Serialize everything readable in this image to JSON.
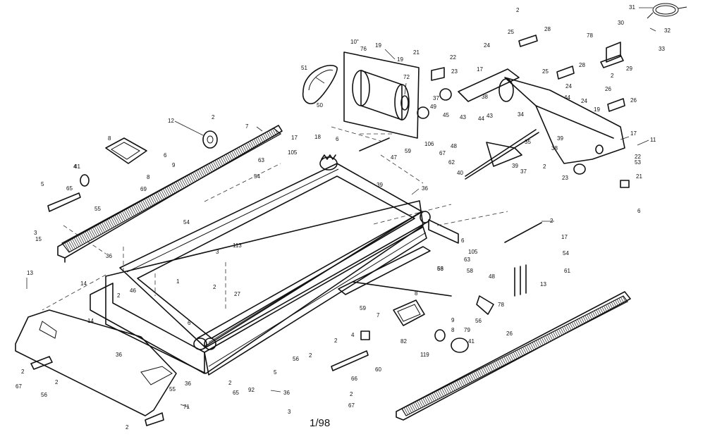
{
  "footer": {
    "page": "1/98"
  },
  "callouts": [
    {
      "id": "c-31",
      "text": "31"
    },
    {
      "id": "c-32",
      "text": "32"
    },
    {
      "id": "c-33",
      "text": "33"
    },
    {
      "id": "c-30",
      "text": "30"
    },
    {
      "id": "c-78a",
      "text": "78"
    },
    {
      "id": "c-29",
      "text": "29"
    },
    {
      "id": "c-2a",
      "text": "2"
    },
    {
      "id": "c-25a",
      "text": "25"
    },
    {
      "id": "c-28a",
      "text": "28"
    },
    {
      "id": "c-24a",
      "text": "24"
    },
    {
      "id": "c-10p",
      "text": "10\""
    },
    {
      "id": "c-76",
      "text": "76"
    },
    {
      "id": "c-19a",
      "text": "19"
    },
    {
      "id": "c-19b",
      "text": "19"
    },
    {
      "id": "c-21a",
      "text": "21"
    },
    {
      "id": "c-22a",
      "text": "22"
    },
    {
      "id": "c-23a",
      "text": "23"
    },
    {
      "id": "c-17a",
      "text": "17"
    },
    {
      "id": "c-51",
      "text": "51"
    },
    {
      "id": "c-72",
      "text": "72"
    },
    {
      "id": "c-37a",
      "text": "37"
    },
    {
      "id": "c-38a",
      "text": "38"
    },
    {
      "id": "c-25b",
      "text": "25"
    },
    {
      "id": "c-28b",
      "text": "28"
    },
    {
      "id": "c-24b",
      "text": "24"
    },
    {
      "id": "c-2b",
      "text": "2"
    },
    {
      "id": "c-26a",
      "text": "26"
    },
    {
      "id": "c-44a",
      "text": "44"
    },
    {
      "id": "c-26b",
      "text": "26"
    },
    {
      "id": "c-24c",
      "text": "24"
    },
    {
      "id": "c-19c",
      "text": "19"
    },
    {
      "id": "c-50",
      "text": "50"
    },
    {
      "id": "c-49",
      "text": "49"
    },
    {
      "id": "c-45",
      "text": "45"
    },
    {
      "id": "c-43a",
      "text": "43"
    },
    {
      "id": "c-44b",
      "text": "44"
    },
    {
      "id": "c-43b",
      "text": "43"
    },
    {
      "id": "c-34",
      "text": "34"
    },
    {
      "id": "c-17b",
      "text": "17"
    },
    {
      "id": "c-11",
      "text": "11"
    },
    {
      "id": "c-2c",
      "text": "2"
    },
    {
      "id": "c-12",
      "text": "12"
    },
    {
      "id": "c-7a",
      "text": "7"
    },
    {
      "id": "c-8a",
      "text": "8"
    },
    {
      "id": "c-6a",
      "text": "6"
    },
    {
      "id": "c-41a",
      "text": "41"
    },
    {
      "id": "c-9a",
      "text": "9"
    },
    {
      "id": "c-8b",
      "text": "8"
    },
    {
      "id": "c-69",
      "text": "69"
    },
    {
      "id": "c-17c",
      "text": "17"
    },
    {
      "id": "c-18",
      "text": "18"
    },
    {
      "id": "c-6b",
      "text": "6"
    },
    {
      "id": "c-105a",
      "text": "105"
    },
    {
      "id": "c-63a",
      "text": "63"
    },
    {
      "id": "c-54a",
      "text": "54"
    },
    {
      "id": "c-47",
      "text": "47"
    },
    {
      "id": "c-48a",
      "text": "48"
    },
    {
      "id": "c-106",
      "text": "106"
    },
    {
      "id": "c-67a",
      "text": "67"
    },
    {
      "id": "c-62",
      "text": "62"
    },
    {
      "id": "c-39a",
      "text": "39"
    },
    {
      "id": "c-35",
      "text": "35"
    },
    {
      "id": "c-39b",
      "text": "39"
    },
    {
      "id": "c-38b",
      "text": "38"
    },
    {
      "id": "c-2d",
      "text": "2"
    },
    {
      "id": "c-22b",
      "text": "22"
    },
    {
      "id": "c-53",
      "text": "53"
    },
    {
      "id": "c-59a",
      "text": "59"
    },
    {
      "id": "c-40",
      "text": "40"
    },
    {
      "id": "c-37b",
      "text": "37"
    },
    {
      "id": "c-23b",
      "text": "23"
    },
    {
      "id": "c-21b",
      "text": "21"
    },
    {
      "id": "c-6c",
      "text": "6"
    },
    {
      "id": "c-4a",
      "text": "4"
    },
    {
      "id": "c-5a",
      "text": "5"
    },
    {
      "id": "c-65a",
      "text": "65"
    },
    {
      "id": "c-55",
      "text": "55"
    },
    {
      "id": "c-39c",
      "text": "39"
    },
    {
      "id": "c-36a",
      "text": "36"
    },
    {
      "id": "c-3a",
      "text": "3"
    },
    {
      "id": "c-15",
      "text": "15"
    },
    {
      "id": "c-54b",
      "text": "54"
    },
    {
      "id": "c-2e",
      "text": "2"
    },
    {
      "id": "c-17d",
      "text": "17"
    },
    {
      "id": "c-6d",
      "text": "6"
    },
    {
      "id": "c-105b",
      "text": "105"
    },
    {
      "id": "c-63b",
      "text": "63"
    },
    {
      "id": "c-58",
      "text": "58"
    },
    {
      "id": "c-63c",
      "text": "63"
    },
    {
      "id": "c-54c",
      "text": "54"
    },
    {
      "id": "c-61",
      "text": "61"
    },
    {
      "id": "c-48b",
      "text": "48"
    },
    {
      "id": "c-13a",
      "text": "13"
    },
    {
      "id": "c-36b",
      "text": "36"
    },
    {
      "id": "c-3b",
      "text": "3"
    },
    {
      "id": "c-113",
      "text": "113"
    },
    {
      "id": "c-2f",
      "text": "2"
    },
    {
      "id": "c-1",
      "text": "1"
    },
    {
      "id": "c-14a",
      "text": "14"
    },
    {
      "id": "c-46",
      "text": "46"
    },
    {
      "id": "c-2g",
      "text": "2"
    },
    {
      "id": "c-13b",
      "text": "13"
    },
    {
      "id": "c-27",
      "text": "27"
    },
    {
      "id": "c-78b",
      "text": "78"
    },
    {
      "id": "c-56a",
      "text": "56"
    },
    {
      "id": "c-56b",
      "text": "56"
    },
    {
      "id": "c-7b",
      "text": "7"
    },
    {
      "id": "c-8c",
      "text": "8"
    },
    {
      "id": "c-9b",
      "text": "9"
    },
    {
      "id": "c-8d",
      "text": "8"
    },
    {
      "id": "c-82",
      "text": "82"
    },
    {
      "id": "c-79",
      "text": "79"
    },
    {
      "id": "c-41b",
      "text": "41"
    },
    {
      "id": "c-119",
      "text": "119"
    },
    {
      "id": "c-14b",
      "text": "14"
    },
    {
      "id": "c-6e",
      "text": "6"
    },
    {
      "id": "c-4b",
      "text": "4"
    },
    {
      "id": "c-2h",
      "text": "2"
    },
    {
      "id": "c-56c",
      "text": "56"
    },
    {
      "id": "c-2i",
      "text": "2"
    },
    {
      "id": "c-59b",
      "text": "59"
    },
    {
      "id": "c-65b",
      "text": "65"
    },
    {
      "id": "c-5b",
      "text": "5"
    },
    {
      "id": "c-60",
      "text": "60"
    },
    {
      "id": "c-66",
      "text": "66"
    },
    {
      "id": "c-26c",
      "text": "26"
    },
    {
      "id": "c-36c",
      "text": "36"
    },
    {
      "id": "c-55b",
      "text": "55"
    },
    {
      "id": "c-36d",
      "text": "36"
    },
    {
      "id": "c-67b",
      "text": "67"
    },
    {
      "id": "c-2j",
      "text": "2"
    },
    {
      "id": "c-2k",
      "text": "2"
    },
    {
      "id": "c-56d",
      "text": "56"
    },
    {
      "id": "c-71",
      "text": "71"
    },
    {
      "id": "c-92",
      "text": "92"
    },
    {
      "id": "c-36e",
      "text": "36"
    },
    {
      "id": "c-3c",
      "text": "3"
    },
    {
      "id": "c-2l",
      "text": "2"
    },
    {
      "id": "c-67c",
      "text": "67"
    },
    {
      "id": "c-2m",
      "text": "2"
    },
    {
      "id": "c-2n",
      "text": "2"
    }
  ]
}
